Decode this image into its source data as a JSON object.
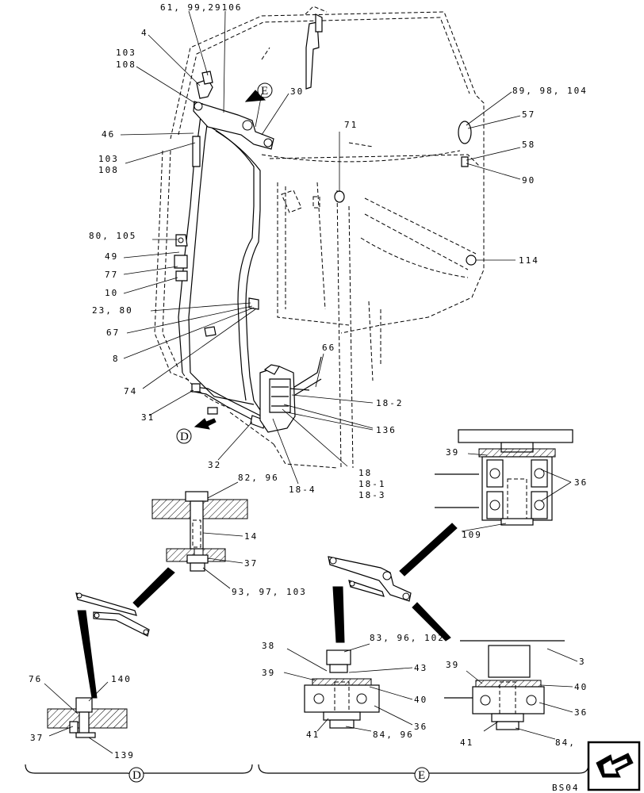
{
  "callouts": {
    "c61": "61, 99,29106",
    "c4": "4",
    "c103a": "103",
    "c108a": "108",
    "c30": "30",
    "c46": "46",
    "c103b": "103",
    "c108b": "108",
    "c80_105": "80, 105",
    "c49": "49",
    "c77": "77",
    "c10": "10",
    "c23_80": "23, 80",
    "c67": "67",
    "c8": "8",
    "c74": "74",
    "c31": "31",
    "c32": "32",
    "c71": "71",
    "c89": "89, 98, 104",
    "c57": "57",
    "c58": "58",
    "c90": "90",
    "c114": "114",
    "c66": "66",
    "c18_2": "18-2",
    "c136": "136",
    "c18": "18",
    "c18_1": "18-1",
    "c18_3": "18-3",
    "c18_4": "18-4",
    "c82_96": "82, 96",
    "c14": "14",
    "c37a": "37",
    "c93": "93, 97, 103",
    "c39a": "39",
    "c36a": "36",
    "c109": "109",
    "c83": "83, 96, 102",
    "c38": "38",
    "c39b": "39",
    "c43": "43",
    "c40a": "40",
    "c36b": "36",
    "c41a": "41",
    "c84a": "84, 96",
    "c3": "3",
    "c39c": "39",
    "c40b": "40",
    "c36c": "36",
    "c41b": "41",
    "c84b": "84,",
    "c76": "76",
    "c140": "140",
    "c37b": "37",
    "c139": "139"
  },
  "view_markers": {
    "E": "E",
    "D": "D",
    "bottom_D": "D",
    "bottom_E": "E"
  },
  "figure_code": "BS04",
  "icons": {
    "view_arrow": "view-direction-arrow",
    "nav": "next-page-arrow-icon"
  }
}
